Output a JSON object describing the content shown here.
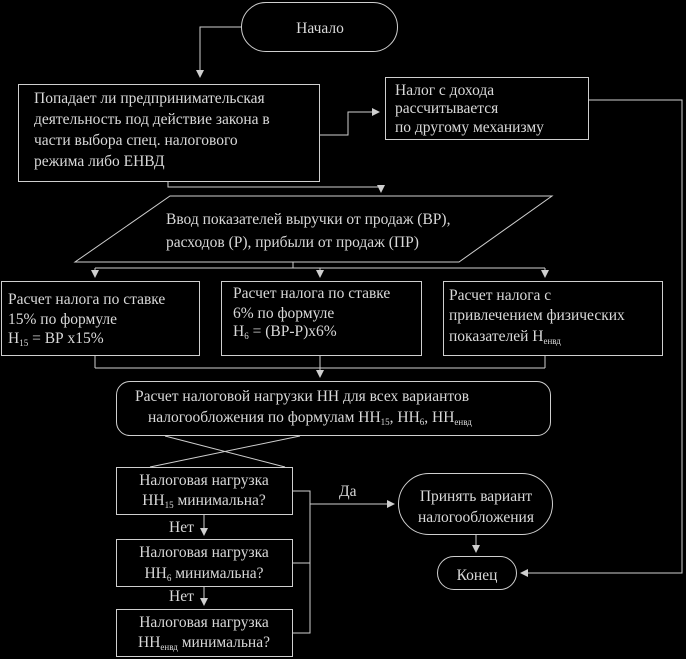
{
  "start_label": "Начало",
  "decision_question": {
    "line1": "Попадает ли предпринимательская",
    "line2": "деятельность под действие закона в",
    "line3": "части выбора спец. налогового",
    "line4": "режима либо ЕНВД"
  },
  "other_mechanism": {
    "line1": "Налог с дохода",
    "line2": "рассчитывается",
    "line3": "по другому механизму"
  },
  "input_data": {
    "line1": "Ввод показателей выручки от продаж (ВР),",
    "line2": "расходов (Р), прибыли от продаж (ПР)"
  },
  "calc_15": {
    "line1": "Расчет налога по ставке",
    "line2": "15%  по формуле",
    "line3_pre": "Н",
    "line3_sub": "15",
    "line3_post": " = ВР х15%"
  },
  "calc_6": {
    "line1": "Расчет налога по ставке",
    "line2": "6%  по формуле",
    "line3_pre": "Н",
    "line3_sub": "6",
    "line3_post": " = (ВР-Р)х6%"
  },
  "calc_phys": {
    "line1": "Расчет налога с",
    "line2": "привлечением физических",
    "line3_pre": "показателей Н",
    "line3_sub": "енвд"
  },
  "tax_load_calc": {
    "line1": "Расчет налоговой нагрузки НН для всех вариантов",
    "line2_pre": "налогообложения по формулам НН",
    "sub_15": "15",
    "sep1": ", НН",
    "sub_6": "6",
    "sep2": ", НН",
    "sub_envd": "енвд"
  },
  "check_15": {
    "line1": "Налоговая нагрузка",
    "line2_pre": "НН",
    "line2_sub": "15",
    "line2_post": " минимальна?"
  },
  "check_6": {
    "line1": "Налоговая нагрузка",
    "line2_pre": "НН",
    "line2_sub": "6",
    "line2_post": " минимальна?"
  },
  "check_envd": {
    "line1": "Налоговая нагрузка",
    "line2_pre": "НН",
    "line2_sub": "енвд",
    "line2_post": " минимальна?"
  },
  "label_yes": "Да",
  "label_no_1": "Нет",
  "label_no_2": "Нет",
  "accept_option": {
    "line1": "Принять вариант",
    "line2": "налогообложения"
  },
  "end_label": "Конец"
}
